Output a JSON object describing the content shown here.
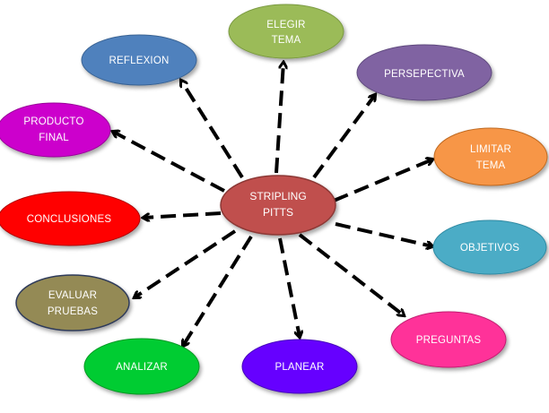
{
  "center": {
    "line1": "STRIPLING",
    "line2": "PITTS",
    "color": "#C0504D"
  },
  "nodes": [
    {
      "id": "elegir-tema",
      "line1": "ELEGIR",
      "line2": "TEMA",
      "color": "#9BBB59"
    },
    {
      "id": "reflexion",
      "line1": "REFLEXION",
      "line2": "",
      "color": "#4F81BD"
    },
    {
      "id": "persepectiva",
      "line1": "PERSEPECTIVA",
      "line2": "",
      "color": "#8064A2"
    },
    {
      "id": "producto-final",
      "line1": "PRODUCTO",
      "line2": "FINAL",
      "color": "#CC00CC"
    },
    {
      "id": "limitar-tema",
      "line1": "LIMITAR",
      "line2": "TEMA",
      "color": "#F79646"
    },
    {
      "id": "conclusiones",
      "line1": "CONCLUSIONES",
      "line2": "",
      "color": "#FF0000"
    },
    {
      "id": "objetivos",
      "line1": "OBJETIVOS",
      "line2": "",
      "color": "#4BACC6"
    },
    {
      "id": "evaluar-pruebas",
      "line1": "EVALUAR",
      "line2": "PRUEBAS",
      "color": "#948A54"
    },
    {
      "id": "preguntas",
      "line1": "PREGUNTAS",
      "line2": "",
      "color": "#FF3399"
    },
    {
      "id": "analizar",
      "line1": "ANALIZAR",
      "line2": "",
      "color": "#00CC33"
    },
    {
      "id": "planear",
      "line1": "PLANEAR",
      "line2": "",
      "color": "#6600FF"
    }
  ]
}
